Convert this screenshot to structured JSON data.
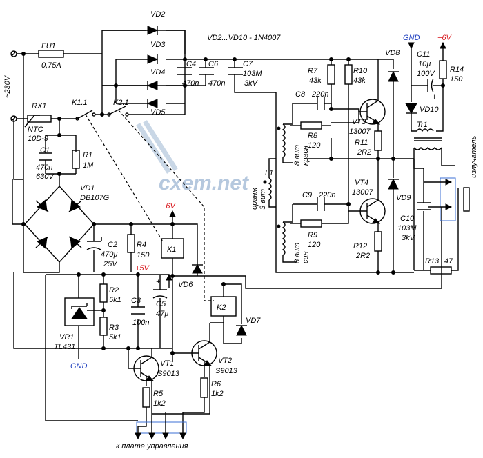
{
  "header": {
    "diode_note": "VD2...VD10 - 1N4007"
  },
  "watermark": "cxem.net",
  "mains": {
    "label": "~230V"
  },
  "fuse": {
    "ref": "FU1",
    "value": "0,75A"
  },
  "ntc": {
    "ref": "RX1",
    "type": "NTC",
    "value": "10D-9"
  },
  "relay_contacts": {
    "k1": "K1.1",
    "k2": "K2.1"
  },
  "c1": {
    "ref": "C1",
    "value1": "470n",
    "value2": "630V"
  },
  "r1": {
    "ref": "R1",
    "value": "1M"
  },
  "vd1": {
    "ref": "VD1",
    "value": "DB107G"
  },
  "vd2": {
    "ref": "VD2"
  },
  "vd3": {
    "ref": "VD3"
  },
  "vd4": {
    "ref": "VD4"
  },
  "vd5": {
    "ref": "VD5"
  },
  "c4": {
    "ref": "C4",
    "value": "470n"
  },
  "c6": {
    "ref": "C6",
    "value": "470n"
  },
  "c7": {
    "ref": "C7",
    "value1": "103M",
    "value2": "3kV"
  },
  "r7": {
    "ref": "R7",
    "value": "43k"
  },
  "r10": {
    "ref": "R10",
    "value": "43k"
  },
  "c8": {
    "ref": "C8",
    "value": "220n"
  },
  "r8": {
    "ref": "R8",
    "value": "120"
  },
  "vt3": {
    "ref": "VT3",
    "value": "13007"
  },
  "r11": {
    "ref": "R11",
    "value": "2R2"
  },
  "l1": {
    "ref": "L1",
    "w1": "3 вит",
    "w1b": "оранж",
    "w2": "8 вит",
    "w2b": "красн",
    "w3": "8 вит",
    "w3b": "син"
  },
  "c9": {
    "ref": "C9",
    "value": "220n"
  },
  "r9": {
    "ref": "R9",
    "value": "120"
  },
  "vt4": {
    "ref": "VT4",
    "value": "13007"
  },
  "r12": {
    "ref": "R12",
    "value": "2R2"
  },
  "vd8": {
    "ref": "VD8"
  },
  "vd9": {
    "ref": "VD9"
  },
  "gnd_top": {
    "label": "GND"
  },
  "plus6_top": {
    "label": "+6V"
  },
  "c11": {
    "ref": "C11",
    "value1": "10µ",
    "value2": "100V"
  },
  "r14": {
    "ref": "R14",
    "value": "150"
  },
  "vd10": {
    "ref": "VD10"
  },
  "tr1": {
    "ref": "Tr1"
  },
  "emitter": {
    "label": "излучатель"
  },
  "c10": {
    "ref": "C10",
    "value1": "103M",
    "value2": "3kV"
  },
  "r13": {
    "ref": "R13",
    "value": "47"
  },
  "plus6_mid": {
    "label": "+6V"
  },
  "c2": {
    "ref": "C2",
    "value1": "470µ",
    "value2": "25V"
  },
  "r4": {
    "ref": "R4",
    "value": "150"
  },
  "k1": {
    "ref": "K1"
  },
  "vd6": {
    "ref": "VD6"
  },
  "plus5": {
    "label": "+5V"
  },
  "r2": {
    "ref": "R2",
    "value": "5k1"
  },
  "r3": {
    "ref": "R3",
    "value": "5k1"
  },
  "c3": {
    "ref": "C3",
    "value": "100n"
  },
  "c5": {
    "ref": "C5",
    "value": "47µ"
  },
  "vr1": {
    "ref": "VR1",
    "value": "TL431"
  },
  "gnd_bottom": {
    "label": "GND"
  },
  "vt1": {
    "ref": "VT1",
    "value": "S9013"
  },
  "vt2": {
    "ref": "VT2",
    "value": "S9013"
  },
  "r5": {
    "ref": "R5",
    "value": "1k2"
  },
  "r6": {
    "ref": "R6",
    "value": "1k2"
  },
  "k2": {
    "ref": "K2"
  },
  "vd7": {
    "ref": "VD7"
  },
  "footer": {
    "label": "к плате управления"
  }
}
